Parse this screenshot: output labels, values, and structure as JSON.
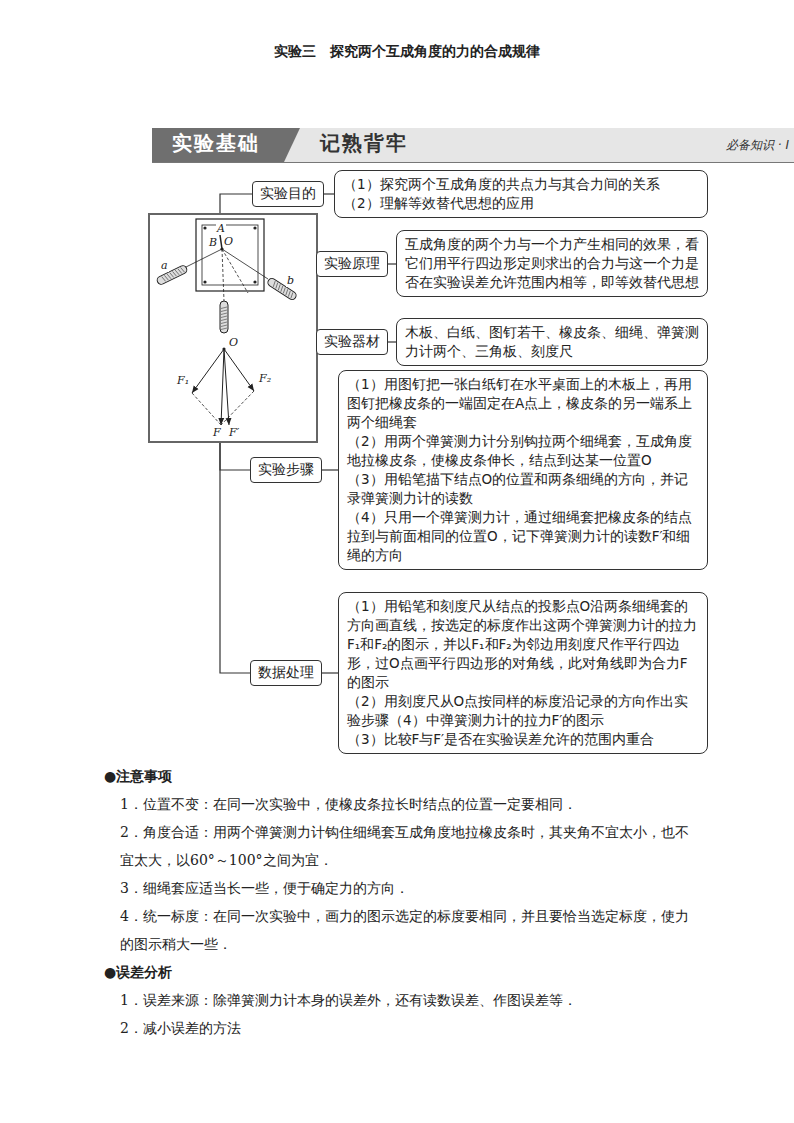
{
  "diagram": {
    "title": "实验三　探究两个互成角度的力的合成规律",
    "nodes": [
      {
        "text": [
          "A",
          "B",
          "O",
          "a",
          "b",
          "O",
          "F₁",
          "F₂",
          "F",
          "F′"
        ]
      },
      {
        "text": [
          "实验目的"
        ]
      },
      {
        "text": [
          "（1）探究两个互成角度的共点力与其合力间的关系",
          "（2）理解等效替代思想的应用"
        ]
      },
      {
        "text": [
          "实验原理"
        ]
      },
      {
        "text": [
          "互成角度的两个力与一个力产生相同的效果，看它们用平行四边形定则求出的合力与这一个力是否在实验误差允许范围内相等，即等效替代思想"
        ]
      },
      {
        "text": [
          "实验器材"
        ]
      },
      {
        "text": [
          "木板、白纸、图钉若干、橡皮条、细绳、弹簧测力计两个、三角板、刻度尺"
        ]
      },
      {
        "text": [
          "实验步骤"
        ]
      },
      {
        "text": [
          "（1）用图钉把一张白纸钉在水平桌面上的木板上，再用图钉把橡皮条的一端固定在A点上，橡皮条的另一端系上两个细绳套",
          "（2）用两个弹簧测力计分别钩拉两个细绳套，互成角度地拉橡皮条，使橡皮条伸长，结点到达某一位置O",
          "（3）用铅笔描下结点O的位置和两条细绳的方向，并记录弹簧测力计的读数",
          "（4）只用一个弹簧测力计，通过细绳套把橡皮条的结点拉到与前面相同的位置O，记下弹簧测力计的读数F′和细绳的方向"
        ]
      },
      {
        "text": [
          "数据处理"
        ]
      },
      {
        "text": [
          "（1）用铅笔和刻度尺从结点的投影点O沿两条细绳套的方向画直线，按选定的标度作出这两个弹簧测力计的拉力F₁和F₂的图示，并以F₁和F₂为邻边用刻度尺作平行四边形，过O点画平行四边形的对角线，此对角线即为合力F的图示",
          "（2）用刻度尺从O点按同样的标度沿记录的方向作出实验步骤（4）中弹簧测力计的拉力F′的图示",
          "（3）比较F与F′是否在实验误差允许的范围内重合"
        ]
      }
    ],
    "edges": [
      {
        "from": 0,
        "to": 1,
        "arrow": "none"
      },
      {
        "from": 1,
        "to": 2,
        "arrow": "none"
      },
      {
        "from": 0,
        "to": 3,
        "arrow": "none"
      },
      {
        "from": 3,
        "to": 4,
        "arrow": "none"
      },
      {
        "from": 0,
        "to": 5,
        "arrow": "none"
      },
      {
        "from": 5,
        "to": 6,
        "arrow": "none"
      },
      {
        "from": 0,
        "to": 7,
        "arrow": "none"
      },
      {
        "from": 7,
        "to": 8,
        "arrow": "none"
      },
      {
        "from": 0,
        "to": 9,
        "arrow": "none"
      },
      {
        "from": 9,
        "to": 10,
        "arrow": "none"
      }
    ],
    "labels": [
      "实验基础",
      "记熟背牢",
      "必备知识 · I",
      "●注意事项",
      "1．位置不变：在同一次实验中，使橡皮条拉长时结点的位置一定要相同．",
      "2．角度合适：用两个弹簧测力计钩住细绳套互成角度地拉橡皮条时，其夹角不宜太小，也不宜太大，以60°～100°之间为宜．",
      "3．细绳套应适当长一些，便于确定力的方向．",
      "4．统一标度：在同一次实验中，画力的图示选定的标度要相同，并且要恰当选定标度，使力的图示稍大一些．",
      "●误差分析",
      "1．误差来源：除弹簧测力计本身的误差外，还有读数误差、作图误差等．",
      "2．减小误差的方法"
    ]
  }
}
